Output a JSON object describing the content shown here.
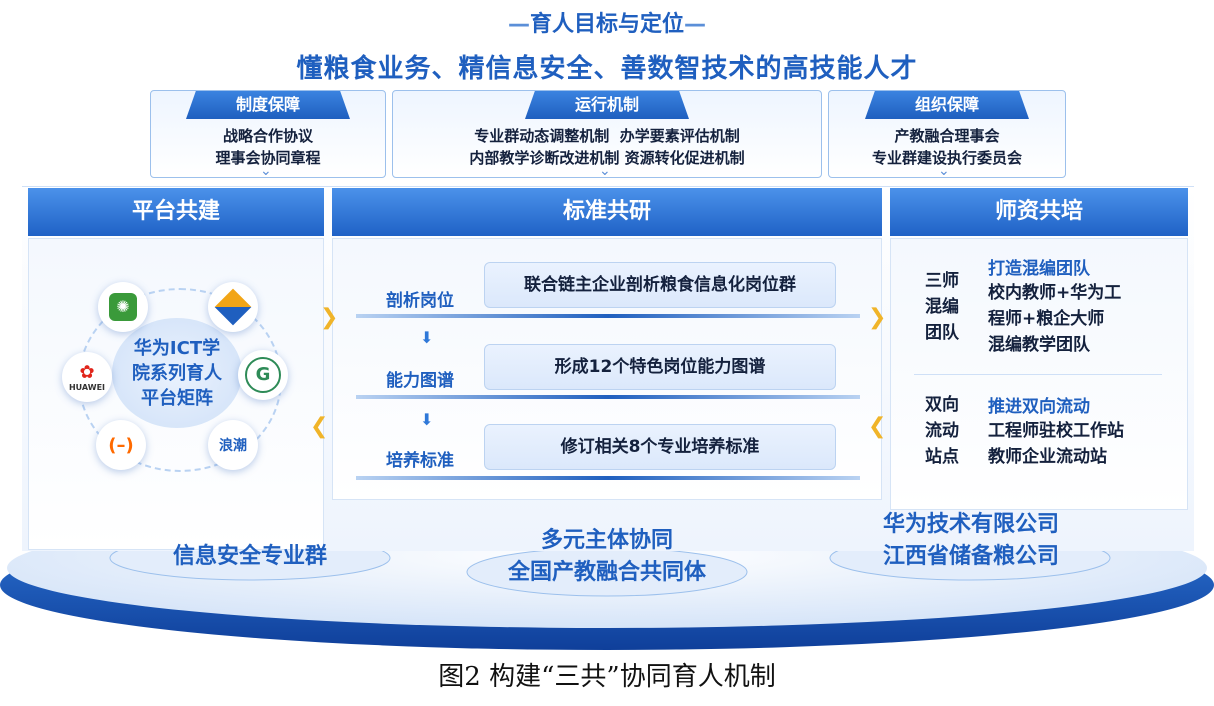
{
  "goal": {
    "title": "育人目标与定位",
    "subtitle": "懂粮食业务、精信息安全、善数智技术的高技能人才"
  },
  "top_boxes": [
    {
      "title": "制度保障",
      "lines": [
        "战略合作协议",
        "理事会协同章程"
      ]
    },
    {
      "title": "运行机制",
      "lines": [
        "专业群动态调整机制  办学要素评估机制",
        "内部教学诊断改进机制 资源转化促进机制"
      ]
    },
    {
      "title": "组织保障",
      "lines": [
        "产教融合理事会",
        "专业群建设执行委员会"
      ]
    }
  ],
  "columns": {
    "left": {
      "title": "平台共建",
      "center_text": [
        "华为ICT学",
        "院系列育人",
        "平台矩阵"
      ],
      "logos": [
        "HUAWEI",
        "浪潮",
        "G"
      ]
    },
    "middle": {
      "title": "标准共研",
      "rows": [
        {
          "label": "剖析岗位",
          "text": "联合链主企业剖析粮食信息化岗位群"
        },
        {
          "label": "能力图谱",
          "text": "形成12个特色岗位能力图谱"
        },
        {
          "label": "培养标准",
          "text": "修订相关8个专业培养标准"
        }
      ]
    },
    "right": {
      "title": "师资共培",
      "groups": [
        {
          "side": [
            "三师",
            "混编",
            "团队"
          ],
          "heading": "打造混编团队",
          "lines": [
            "校内教师+华为工",
            "程师+粮企大师",
            "混编教学团队"
          ]
        },
        {
          "side": [
            "双向",
            "流动",
            "站点"
          ],
          "heading": "推进双向流动",
          "lines": [
            "工程师驻校工作站",
            "教师企业流动站"
          ]
        }
      ]
    }
  },
  "base": {
    "left": "信息安全专业群",
    "center": [
      "多元主体协同",
      "全国产教融合共同体"
    ],
    "right": [
      "华为技术有限公司",
      "江西省储备粮公司"
    ]
  },
  "caption": "图2 构建“三共”协同育人机制",
  "colors": {
    "primary": "#1f5fbf",
    "text": "#14213d",
    "light": "#eaf2fe"
  }
}
